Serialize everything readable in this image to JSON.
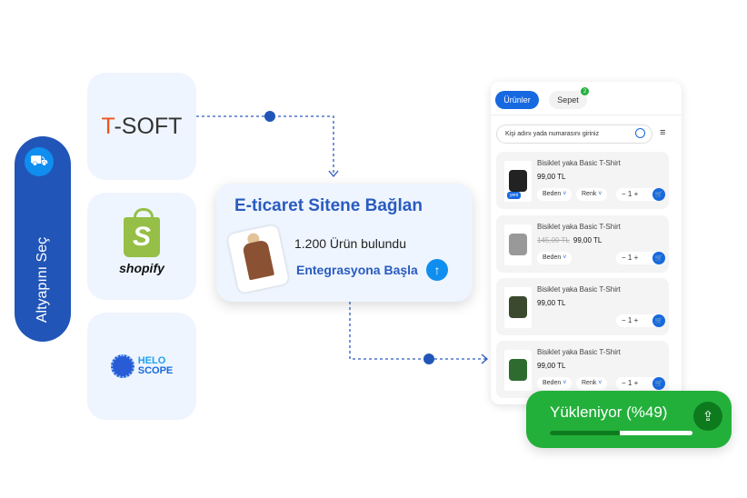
{
  "sidebar": {
    "label": "Altyapını Seç",
    "icon": "cart-setup-icon"
  },
  "platforms": [
    {
      "name": "T-SOFT",
      "prefix": "T",
      "rest": "-SOFT"
    },
    {
      "name": "shopify"
    },
    {
      "name": "HELO SCOPE",
      "line1": "HELO",
      "line2": "SCOPE"
    }
  ],
  "connect": {
    "title": "E-ticaret Sitene Bağlan",
    "found": "1.200 Ürün bulundu",
    "action": "Entegrasyona Başla"
  },
  "shop": {
    "tabs": [
      "Ürünler",
      "Sepet"
    ],
    "cart_count": "2",
    "search_placeholder": "Kişi adını yada numarasını giriniz",
    "products": [
      {
        "name": "Bisiklet yaka Basic T-Shirt",
        "price": "99,00 TL",
        "old_price": "",
        "badge": "yeni",
        "size": "Beden",
        "color": "Renk",
        "qty": "1"
      },
      {
        "name": "Bisiklet yaka Basic T-Shirt",
        "price": "99,00 TL",
        "old_price": "145,00 TL",
        "size": "Beden",
        "qty": "1"
      },
      {
        "name": "Bisiklet yaka Basic T-Shirt",
        "price": "99,00 TL",
        "old_price": "",
        "qty": "1"
      },
      {
        "name": "Bisiklet yaka Basic T-Shirt",
        "price": "99,00 TL",
        "old_price": "",
        "size": "Beden",
        "color": "Renk",
        "qty": "1"
      }
    ]
  },
  "upload": {
    "label": "Yükleniyor (%49)",
    "progress": 49
  },
  "colors": {
    "primary": "#2155b8",
    "accent": "#1769e0",
    "success": "#22b03b"
  }
}
